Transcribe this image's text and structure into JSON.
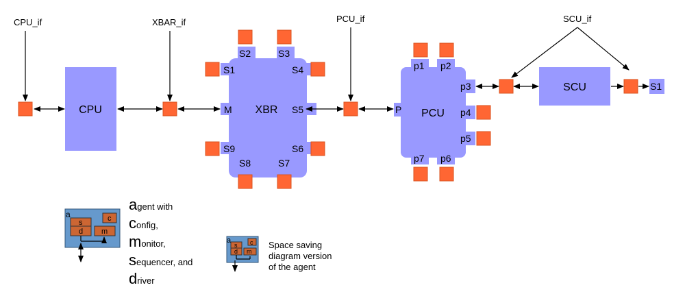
{
  "interfaces": {
    "cpu_if": "CPU_if",
    "xbar_if": "XBAR_if",
    "pcu_if": "PCU_if",
    "scu_if": "SCU_if"
  },
  "blocks": {
    "cpu": "CPU",
    "xbr": "XBR",
    "pcu": "PCU",
    "scu": "SCU"
  },
  "xbr_ports": {
    "s1": "S1",
    "s2": "S2",
    "s3": "S3",
    "s4": "S4",
    "s5": "S5",
    "s6": "S6",
    "s7": "S7",
    "s8": "S8",
    "s9": "S9",
    "m": "M"
  },
  "pcu_ports": {
    "p": "P",
    "p1": "p1",
    "p2": "p2",
    "p3": "p3",
    "p4": "p4",
    "p5": "p5",
    "p6": "p6",
    "p7": "p7"
  },
  "scu_ports": {
    "s1": "S1"
  },
  "legend": {
    "agent_letters": {
      "a": "a",
      "c": "c",
      "s": "s",
      "d": "d",
      "m": "m"
    },
    "lines": [
      {
        "initial": "a",
        "rest": "gent with"
      },
      {
        "initial": "c",
        "rest": "onfig,"
      },
      {
        "initial": "m",
        "rest": "onitor,"
      },
      {
        "initial": "s",
        "rest": "equencer,  and"
      },
      {
        "initial": "d",
        "rest": "river"
      }
    ],
    "note": "Space saving\ndiagram version\nof the agent"
  },
  "colors": {
    "block": "#9999ff",
    "agent": "#ff6633",
    "legend_box": "#6699cc",
    "legend_inner": "#cc6633"
  }
}
